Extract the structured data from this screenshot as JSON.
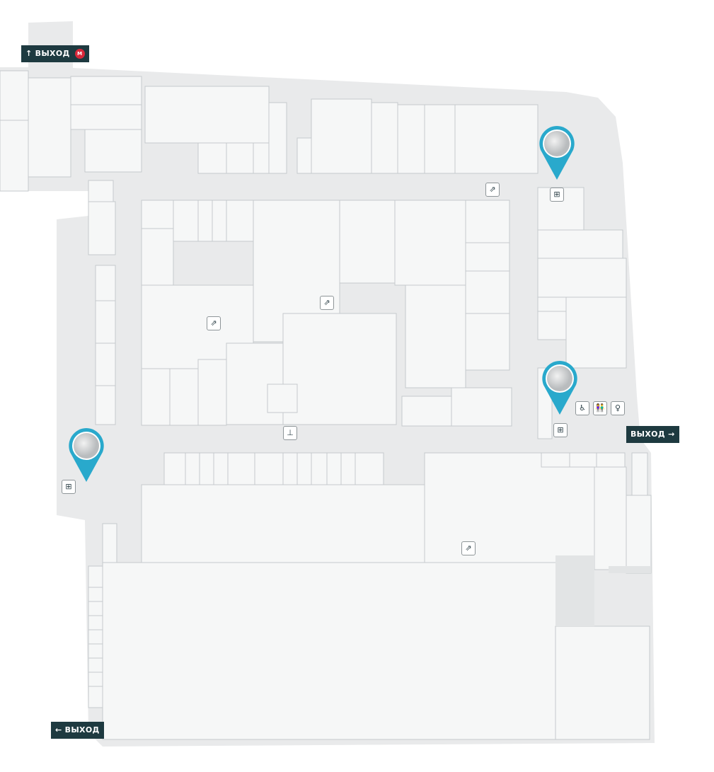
{
  "map": {
    "exits": [
      {
        "label": "ВЫХОД",
        "arrow": "↑",
        "metro_badge": "M"
      },
      {
        "label": "ВЫХОД",
        "arrow": "→"
      },
      {
        "label": "ВЫХОД",
        "arrow": "←"
      }
    ],
    "icons": [
      "escalator-icon",
      "elevator-icon",
      "info-desk-icon",
      "wheelchair-icon",
      "restroom-icon",
      "mother-child-room-icon"
    ],
    "colors": {
      "pin": "#29a9cc",
      "exit_bg": "#1e3a40",
      "corridor": "#e9eaeb",
      "shop": "#f6f7f7",
      "shop_border": "#c5cacc"
    }
  }
}
